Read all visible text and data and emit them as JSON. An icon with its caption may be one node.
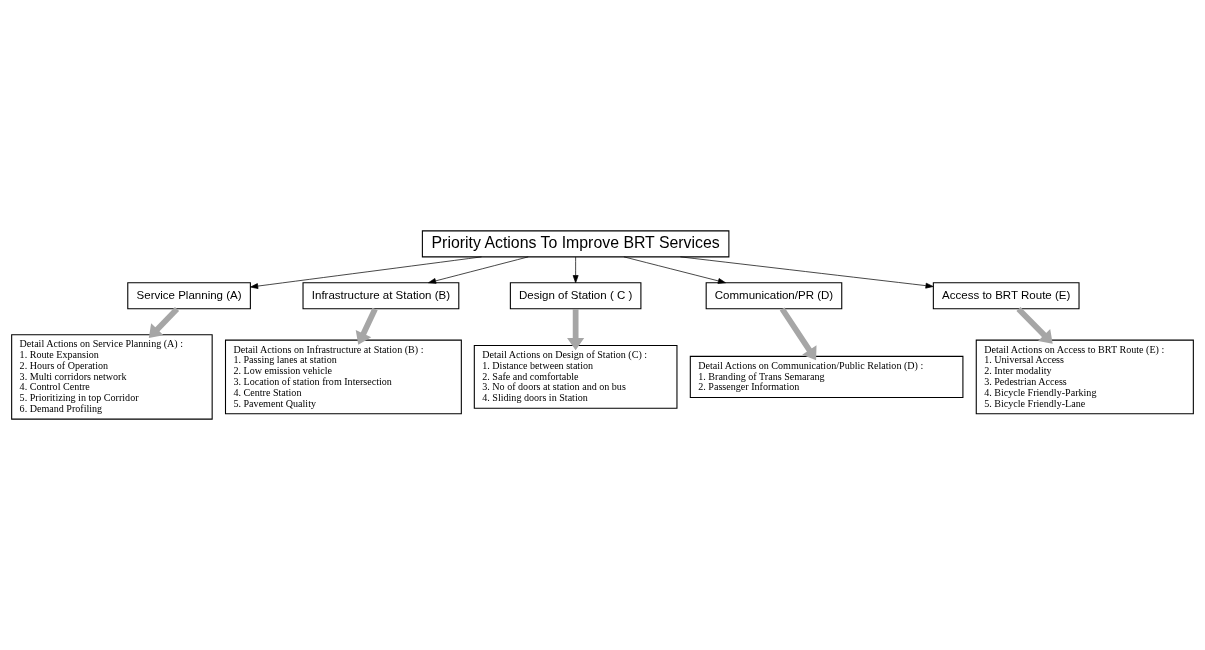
{
  "diagram": {
    "nodes": [
      {
        "text": [
          "Priority Actions To Improve BRT Services"
        ]
      },
      {
        "text": [
          "Service Planning (A)"
        ]
      },
      {
        "text": [
          "Infrastructure at Station (B)"
        ]
      },
      {
        "text": [
          "Design of Station ( C )"
        ]
      },
      {
        "text": [
          "Communication/PR (D)"
        ]
      },
      {
        "text": [
          "Access to BRT Route (E)"
        ]
      },
      {
        "text": [
          "Detail Actions on Service Planning (A) :",
          "1. Route Expansion",
          "2. Hours of Operation",
          "3. Multi corridors network",
          "4. Control Centre",
          "5. Prioritizing in top Corridor",
          "6. Demand Profiling"
        ]
      },
      {
        "text": [
          "Detail Actions on Infrastructure at Station (B) :",
          "1. Passing lanes at station",
          "2. Low emission vehicle",
          "3. Location of station from Intersection",
          "4. Centre Station",
          "5. Pavement Quality"
        ]
      },
      {
        "text": [
          "Detail Actions on Design of Station (C) :",
          "1. Distance between station",
          "2. Safe and comfortable",
          "3. No of doors at station and on bus",
          "4. Sliding doors in Station"
        ]
      },
      {
        "text": [
          "Detail Actions on Communication/Public Relation (D) :",
          "1. Branding of Trans Semarang",
          "2. Passenger Information"
        ]
      },
      {
        "text": [
          "Detail Actions on Access to BRT Route (E) :",
          "1. Universal Access",
          "2. Inter modality",
          "3. Pedestrian Access",
          "4. Bicycle Friendly-Parking",
          "5. Bicycle Friendly-Lane"
        ]
      }
    ],
    "edges": [
      {
        "from": 0,
        "to": 1,
        "arrow": "to"
      },
      {
        "from": 0,
        "to": 2,
        "arrow": "to"
      },
      {
        "from": 0,
        "to": 3,
        "arrow": "to"
      },
      {
        "from": 0,
        "to": 4,
        "arrow": "to"
      },
      {
        "from": 0,
        "to": 5,
        "arrow": "to"
      },
      {
        "from": 1,
        "to": 6,
        "arrow": "to",
        "style": "thick",
        "color": "#a6a6a6"
      },
      {
        "from": 2,
        "to": 7,
        "arrow": "to",
        "style": "thick",
        "color": "#a6a6a6"
      },
      {
        "from": 3,
        "to": 8,
        "arrow": "to",
        "style": "thick",
        "color": "#a6a6a6"
      },
      {
        "from": 4,
        "to": 9,
        "arrow": "to",
        "style": "thick",
        "color": "#a6a6a6"
      },
      {
        "from": 5,
        "to": 10,
        "arrow": "to",
        "style": "thick",
        "color": "#a6a6a6"
      }
    ]
  }
}
